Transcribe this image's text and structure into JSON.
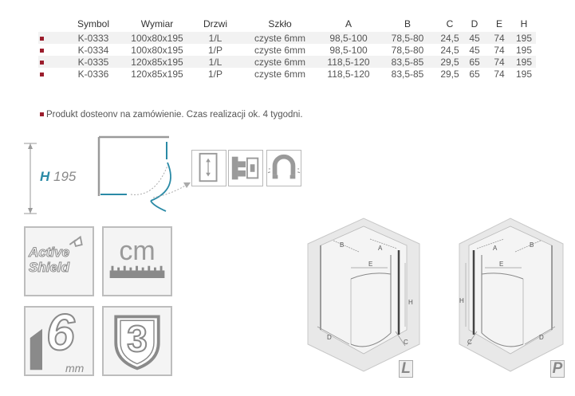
{
  "table": {
    "headers": {
      "symbol": "Symbol",
      "wymiar": "Wymiar",
      "drzwi": "Drzwi",
      "szklo": "Szkło",
      "a": "A",
      "b": "B",
      "c": "C",
      "d": "D",
      "e": "E",
      "h": "H"
    },
    "rows": [
      {
        "symbol": "K-0333",
        "wymiar": "100x80x195",
        "drzwi": "1/L",
        "szklo": "czyste 6mm",
        "a": "98,5-100",
        "b": "78,5-80",
        "c": "24,5",
        "d": "45",
        "e": "74",
        "h": "195"
      },
      {
        "symbol": "K-0334",
        "wymiar": "100x80x195",
        "drzwi": "1/P",
        "szklo": "czyste 6mm",
        "a": "98,5-100",
        "b": "78,5-80",
        "c": "24,5",
        "d": "45",
        "e": "74",
        "h": "195"
      },
      {
        "symbol": "K-0335",
        "wymiar": "120x85x195",
        "drzwi": "1/L",
        "szklo": "czyste 6mm",
        "a": "118,5-120",
        "b": "83,5-85",
        "c": "29,5",
        "d": "65",
        "e": "74",
        "h": "195"
      },
      {
        "symbol": "K-0336",
        "wymiar": "120x85x195",
        "drzwi": "1/P",
        "szklo": "czyste 6mm",
        "a": "118,5-120",
        "b": "83,5-85",
        "c": "29,5",
        "d": "65",
        "e": "74",
        "h": "195"
      }
    ]
  },
  "note": "Produkt dosteonv na zamówienie. Czas realizacji ok. 4 tygodni.",
  "height": {
    "letter": "H",
    "value": "195"
  },
  "features": {
    "active_shield": {
      "line1": "Active",
      "line2": "Shield"
    },
    "unit": "cm",
    "glass_thickness": {
      "number": "6",
      "unit": "mm"
    },
    "warranty_years": "3"
  },
  "drawings": {
    "left": {
      "badge": "L",
      "dims": {
        "a": "A",
        "b": "B",
        "c": "C",
        "d": "D",
        "e": "E",
        "h": "H"
      }
    },
    "right": {
      "badge": "P",
      "dims": {
        "a": "A",
        "b": "B",
        "c": "C",
        "d": "D",
        "e": "E",
        "h": "H"
      }
    }
  },
  "colors": {
    "accent": "#2a8aa6",
    "bullet": "#9b1d2c",
    "tile_border": "#bdbdbd",
    "icon_gray": "#9a9a9a"
  }
}
